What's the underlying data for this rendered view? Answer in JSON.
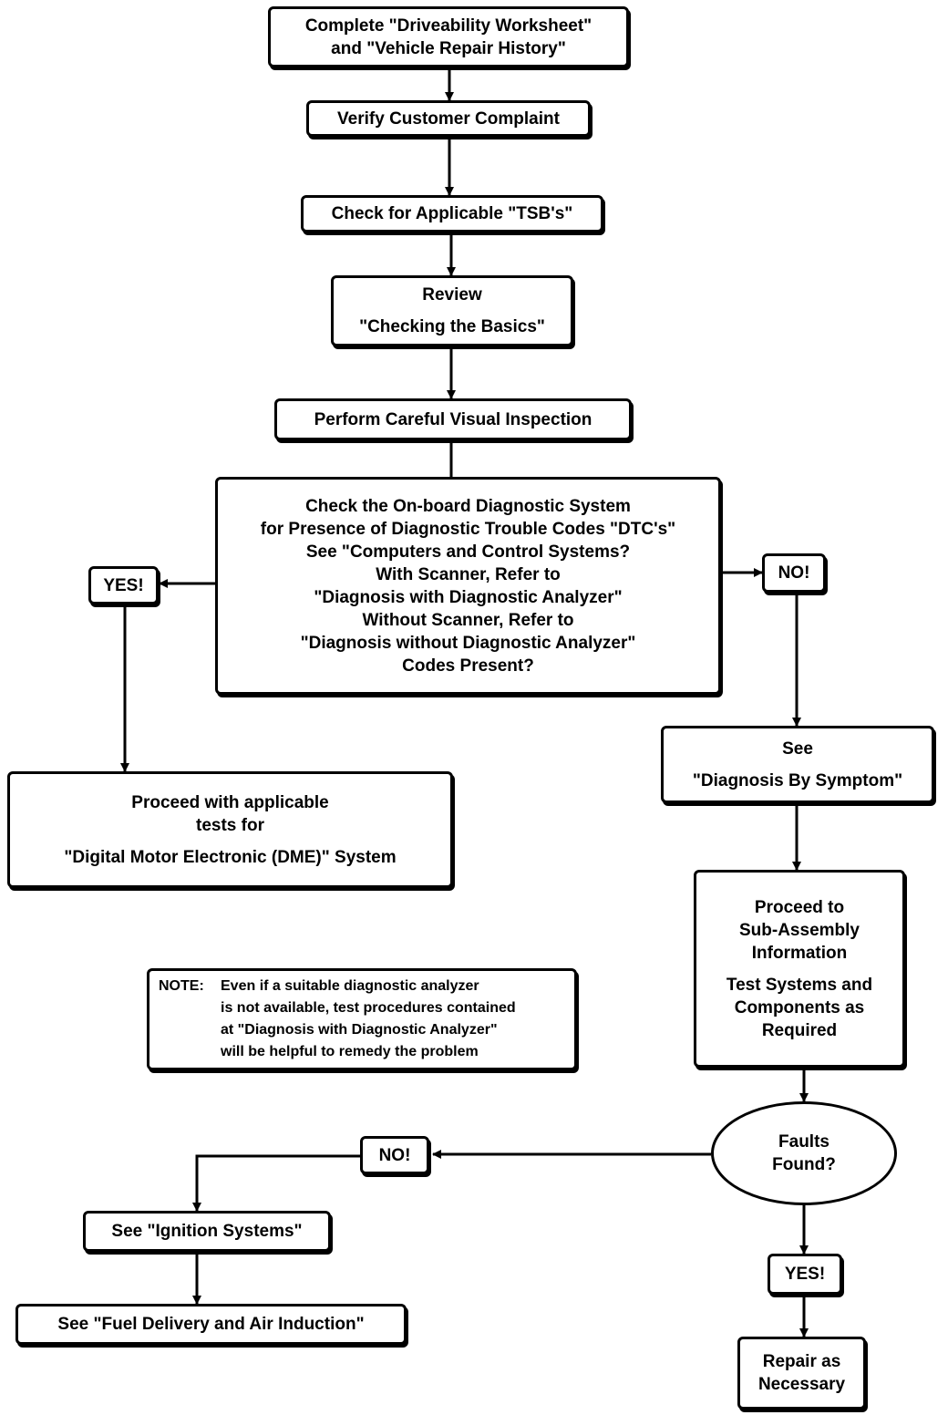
{
  "nodes": {
    "worksheet": [
      "Complete \"Driveability Worksheet\"",
      "and \"Vehicle Repair History\""
    ],
    "verify": [
      "Verify Customer Complaint"
    ],
    "tsb": [
      "Check for Applicable \"TSB's\""
    ],
    "review": [
      "Review",
      "\"Checking the Basics\""
    ],
    "visual": [
      "Perform Careful Visual Inspection"
    ],
    "obd": [
      "Check the On-board Diagnostic System",
      "for Presence of Diagnostic Trouble Codes \"DTC's\"",
      "See \"Computers and Control Systems?",
      "With Scanner, Refer to",
      "\"Diagnosis with Diagnostic Analyzer\"",
      "Without Scanner, Refer to",
      "\"Diagnosis without Diagnostic Analyzer\"",
      "Codes Present?"
    ],
    "yes1": [
      "YES!"
    ],
    "no1": [
      "NO!"
    ],
    "dme": [
      "Proceed with applicable",
      "tests for",
      "\"Digital Motor Electronic (DME)\" System"
    ],
    "symptom": [
      "See",
      "\"Diagnosis By Symptom\""
    ],
    "subassembly": [
      "Proceed to",
      "Sub-Assembly",
      "Information",
      "Test Systems and",
      "Components as",
      "Required"
    ],
    "faults": [
      "Faults",
      "Found?"
    ],
    "no2": [
      "NO!"
    ],
    "ignition": [
      "See \"Ignition Systems\""
    ],
    "fuel": [
      "See \"Fuel Delivery and Air Induction\""
    ],
    "yes2": [
      "YES!"
    ],
    "repair": [
      "Repair as",
      "Necessary"
    ]
  },
  "note": {
    "label": "NOTE:",
    "lines": [
      "Even if a suitable diagnostic analyzer",
      "is not available, test procedures contained",
      "at \"Diagnosis with Diagnostic Analyzer\"",
      "will be helpful to remedy the problem"
    ]
  }
}
